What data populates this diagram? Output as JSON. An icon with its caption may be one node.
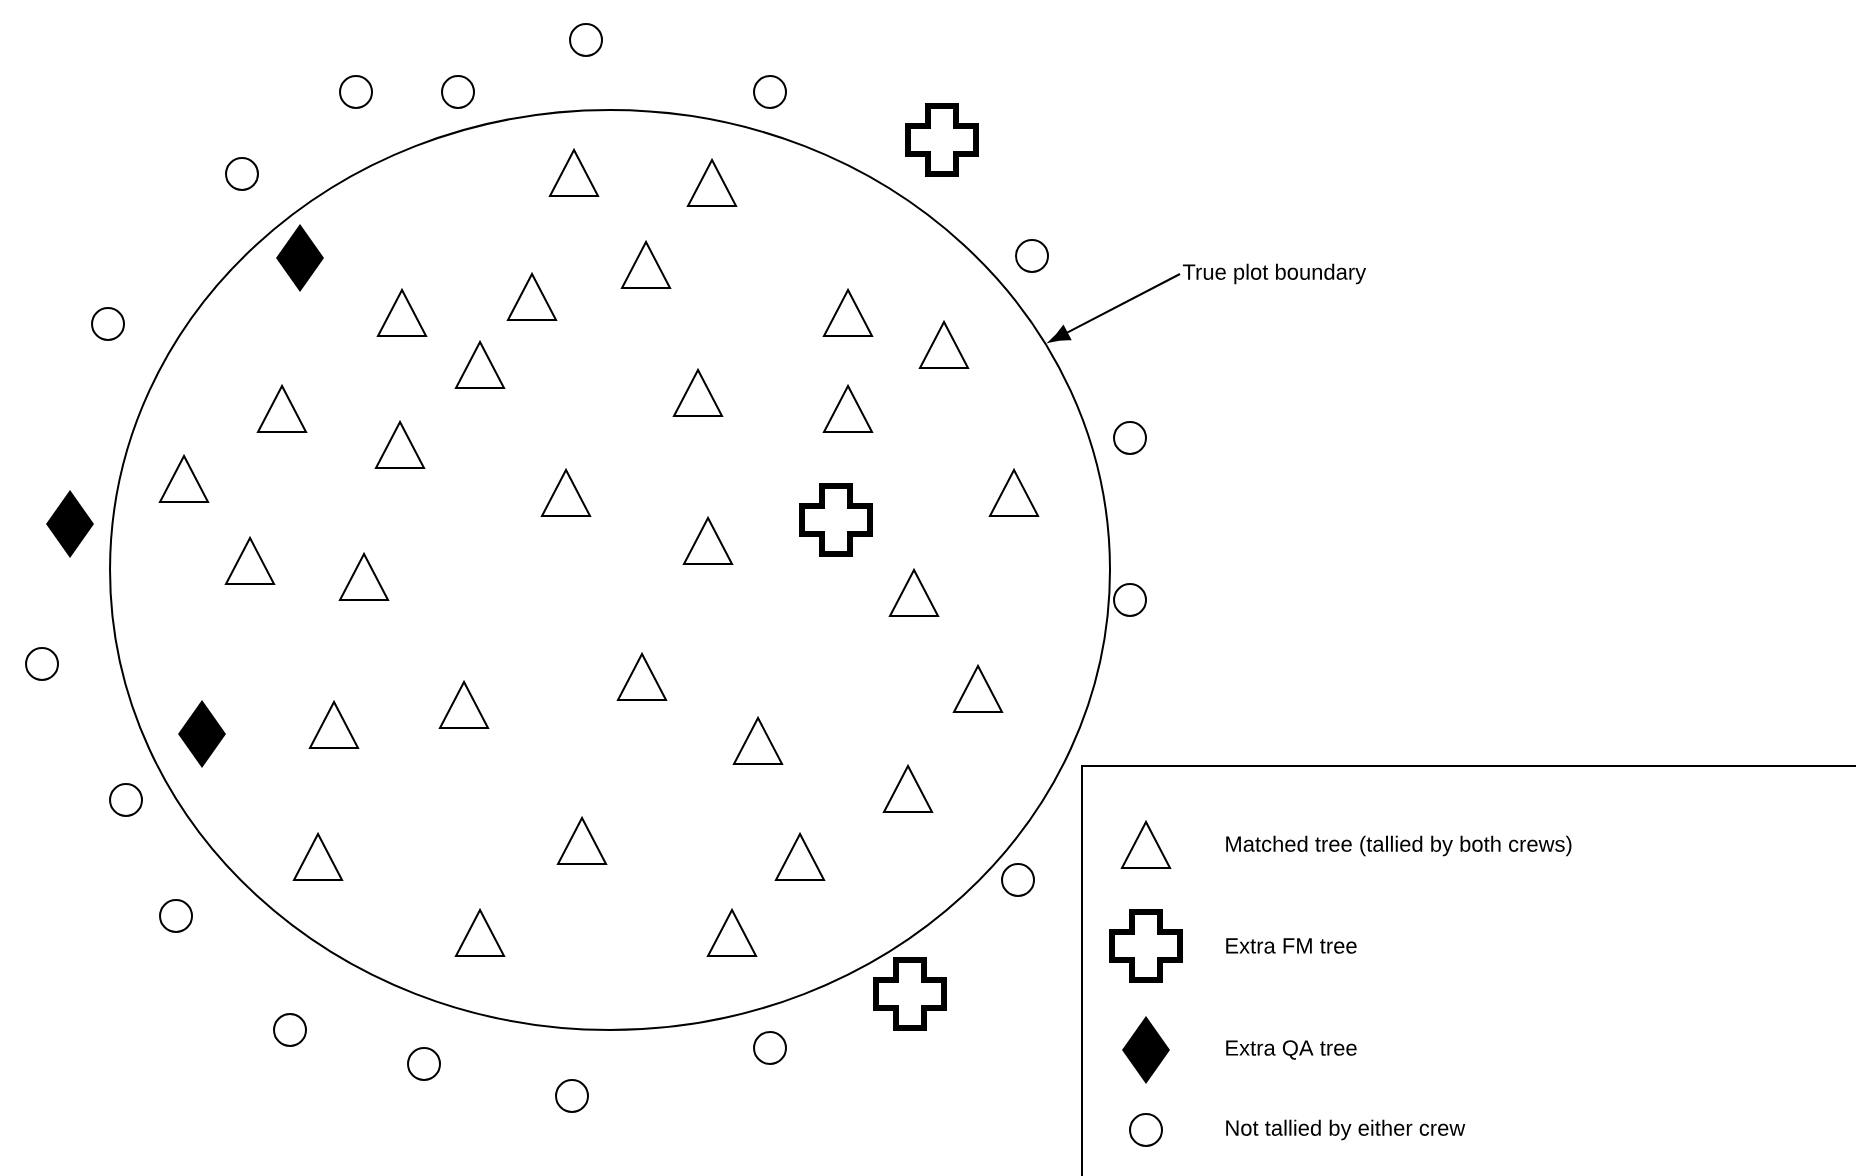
{
  "diagram": {
    "nodes": [
      {
        "text": [
          "True plot boundary"
        ]
      },
      {
        "text": [],
        "shape": "circle"
      }
    ],
    "edges": [
      {
        "from": 0,
        "to": 1,
        "arrow": "to"
      }
    ],
    "legend": [
      {
        "text": "Matched tree (tallied by both crews)"
      },
      {
        "text": "Extra FM tree"
      },
      {
        "text": "Extra QA tree"
      },
      {
        "text": "Not tallied by either crew"
      }
    ]
  }
}
